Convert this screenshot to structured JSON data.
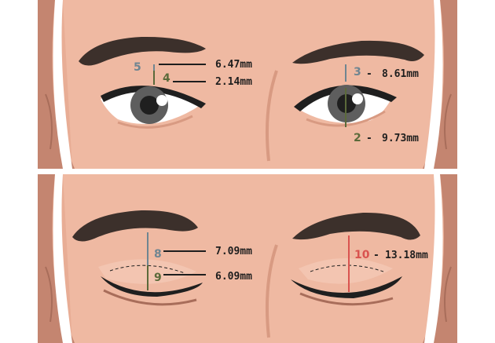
{
  "colors": {
    "skin": "#efb9a2",
    "skin_dark": "#d89a82",
    "shadow": "#c48570",
    "brow": "#3c302b",
    "line": "#1e1e1e",
    "gray_marker": "#6f8591",
    "green_marker": "#5b6a3a",
    "red_marker": "#d9534f",
    "iris": "#5e5e5e",
    "pupil": "#1f1f1f"
  },
  "top_panel": {
    "left_eye": {
      "m5": {
        "number": "5",
        "value": "6.47mm"
      },
      "m4": {
        "number": "4",
        "value": "2.14mm"
      }
    },
    "right_eye": {
      "m3": {
        "number": "3",
        "dash": "-",
        "value": "8.61mm"
      },
      "m2": {
        "number": "2",
        "dash": "-",
        "value": "9.73mm"
      }
    }
  },
  "bottom_panel": {
    "left_eye": {
      "m8": {
        "number": "8",
        "value": "7.09mm"
      },
      "m9": {
        "number": "9",
        "value": "6.09mm"
      }
    },
    "right_eye": {
      "m10": {
        "number": "10",
        "dash": "-",
        "value": "13.18mm"
      }
    }
  }
}
